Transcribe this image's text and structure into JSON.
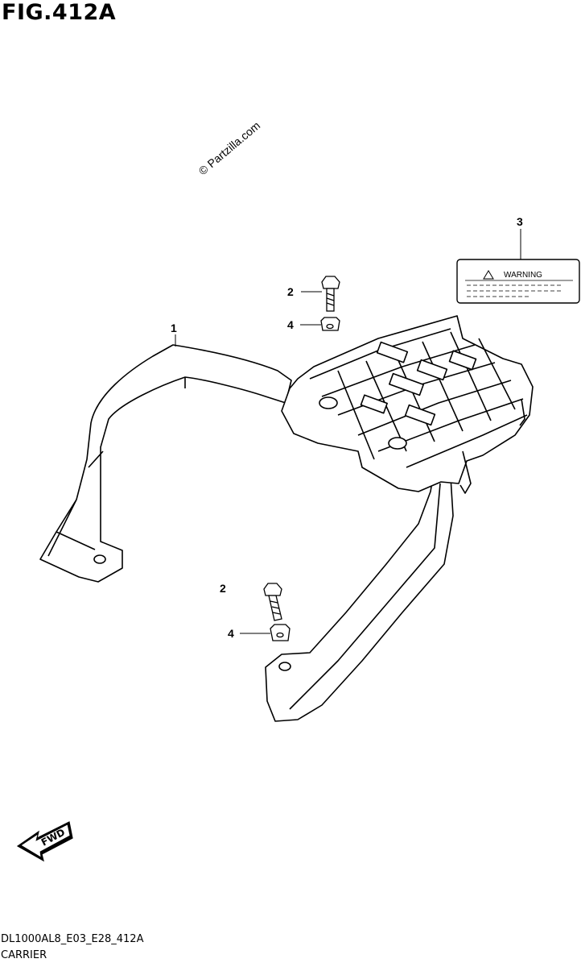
{
  "figure": {
    "title": "FIG.412A",
    "watermark": "© Partzilla.com",
    "footer_code": "DL1000AL8_E03_E28_412A",
    "footer_name": "CARRIER"
  },
  "callouts": [
    {
      "number": "1"
    },
    {
      "number": "2"
    },
    {
      "number": "4"
    },
    {
      "number": "3"
    },
    {
      "number": "2"
    },
    {
      "number": "4"
    }
  ],
  "warning_label": {
    "text": "WARNING"
  },
  "direction_arrow": {
    "text": "FWD"
  },
  "colors": {
    "line": "#000000",
    "background": "#ffffff"
  }
}
